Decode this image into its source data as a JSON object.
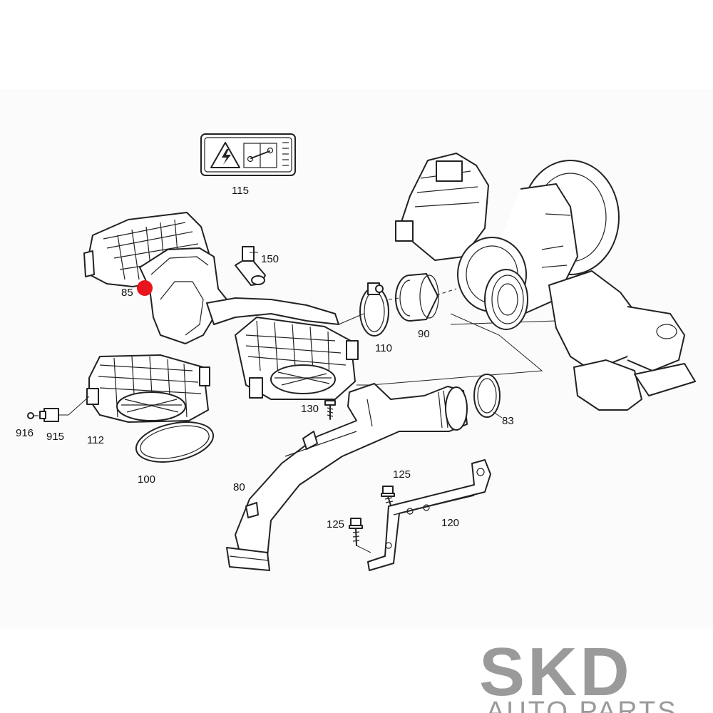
{
  "diagram": {
    "callouts": [
      {
        "id": "c115",
        "text": "115"
      },
      {
        "id": "c150",
        "text": "150"
      },
      {
        "id": "c85",
        "text": "85"
      },
      {
        "id": "c110",
        "text": "110"
      },
      {
        "id": "c90",
        "text": "90"
      },
      {
        "id": "c83",
        "text": "83"
      },
      {
        "id": "c130",
        "text": "130"
      },
      {
        "id": "c916",
        "text": "916"
      },
      {
        "id": "c915",
        "text": "915"
      },
      {
        "id": "c112",
        "text": "112"
      },
      {
        "id": "c100",
        "text": "100"
      },
      {
        "id": "c80",
        "text": "80"
      },
      {
        "id": "c125a",
        "text": "125"
      },
      {
        "id": "c125b",
        "text": "125"
      },
      {
        "id": "c120",
        "text": "120"
      }
    ],
    "highlight_color": "#e8141e",
    "line_color": "#222222"
  },
  "watermark": {
    "brand": "SKD",
    "subtitle": "AUTO PARTS",
    "color": "#9a9a9a"
  }
}
